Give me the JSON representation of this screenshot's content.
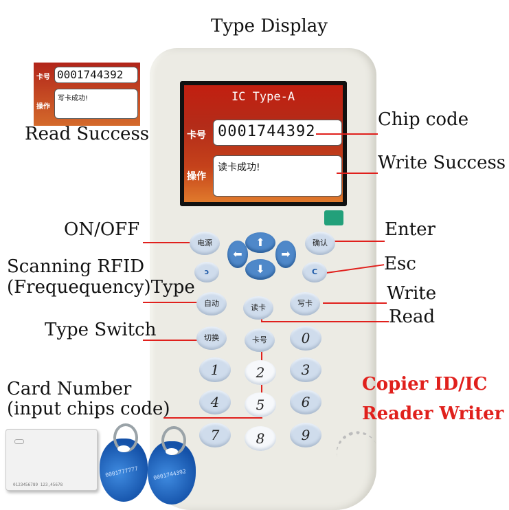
{
  "labels": {
    "type_display": "Type Display",
    "read_success": "Read Success",
    "chip_code": "Chip code",
    "write_success": "Write Success",
    "on_off": "ON/OFF",
    "enter": "Enter",
    "esc": "Esc",
    "scanning_1": "Scanning RFID",
    "scanning_2": "(Frequequency)Type",
    "write": "Write",
    "read": "Read",
    "type_switch": "Type Switch",
    "card_number_1": "Card Number",
    "card_number_2": "(input chips code)",
    "copier_1": "Copier ID/IC",
    "copier_2": "Reader Writer"
  },
  "screen": {
    "title": "IC Type-A",
    "card_label": "卡号",
    "card_number": "0001744392",
    "op_label": "操作",
    "message": "读卡成功!"
  },
  "mini_screen": {
    "card_label": "卡号",
    "card_number": "0001744392",
    "op_label": "操作",
    "message": "写卡成功!"
  },
  "buttons": {
    "power": "电源",
    "back": "ↄ",
    "confirm": "确认",
    "clear": "C",
    "auto": "自动",
    "read": "读卡",
    "write": "写卡",
    "switch": "切换",
    "card_no": "卡号"
  },
  "dpad": {
    "up": "⬆",
    "down": "⬇",
    "left": "⬅",
    "right": "➡"
  },
  "keys": [
    "0",
    "1",
    "2",
    "3",
    "4",
    "5",
    "6",
    "7",
    "8",
    "9"
  ],
  "card": {
    "number": "0123456789 123,45678"
  },
  "fobs": [
    {
      "text": "0001777777"
    },
    {
      "text": "0001744392"
    }
  ],
  "colors": {
    "accent_red": "#e0201c",
    "button_blue": "#cfdcec",
    "dpad_blue": "#4f88c9"
  }
}
